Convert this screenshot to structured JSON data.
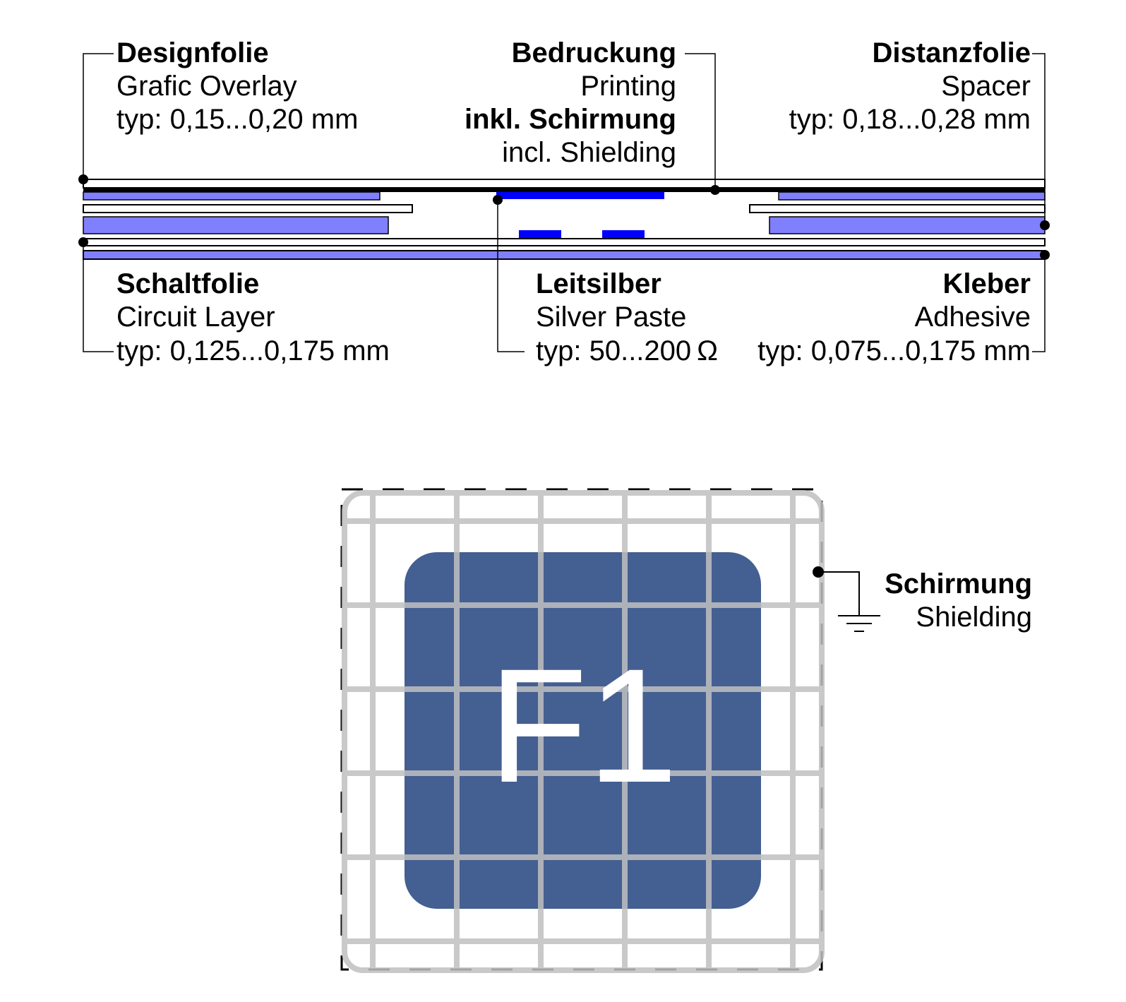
{
  "colors": {
    "adhesive_fill": "#8080ff",
    "silver_paste": "#0000ff",
    "key_fill": "#445f91",
    "shield_grid": "#c0c0c0",
    "outline": "#000000",
    "background": "#ffffff"
  },
  "labels": {
    "designfolie": {
      "title": "Designfolie",
      "english": "Grafic Overlay",
      "thickness": "typ: 0,15...0,20 mm"
    },
    "bedruckung": {
      "title": "Bedruckung",
      "english": "Printing",
      "shield_title": "inkl. Schirmung",
      "shield_english": "incl. Shielding"
    },
    "distanzfolie": {
      "title": "Distanzfolie",
      "english": "Spacer",
      "thickness": "typ: 0,18...0,28 mm"
    },
    "schaltfolie": {
      "title": "Schaltfolie",
      "english": "Circuit Layer",
      "thickness": "typ: 0,125...0,175 mm"
    },
    "leitsilber": {
      "title": "Leitsilber",
      "english": "Silver Paste",
      "resistance": "typ: 50...200 Ω"
    },
    "kleber": {
      "title": "Kleber",
      "english": "Adhesive",
      "thickness": "typ: 0,075...0,175 mm"
    },
    "schirmung": {
      "title": "Schirmung",
      "english": "Shielding"
    }
  },
  "key": {
    "label": "F1"
  },
  "icons": {
    "connection_dot": "connector-dot-icon",
    "ground": "ground-symbol-icon"
  }
}
